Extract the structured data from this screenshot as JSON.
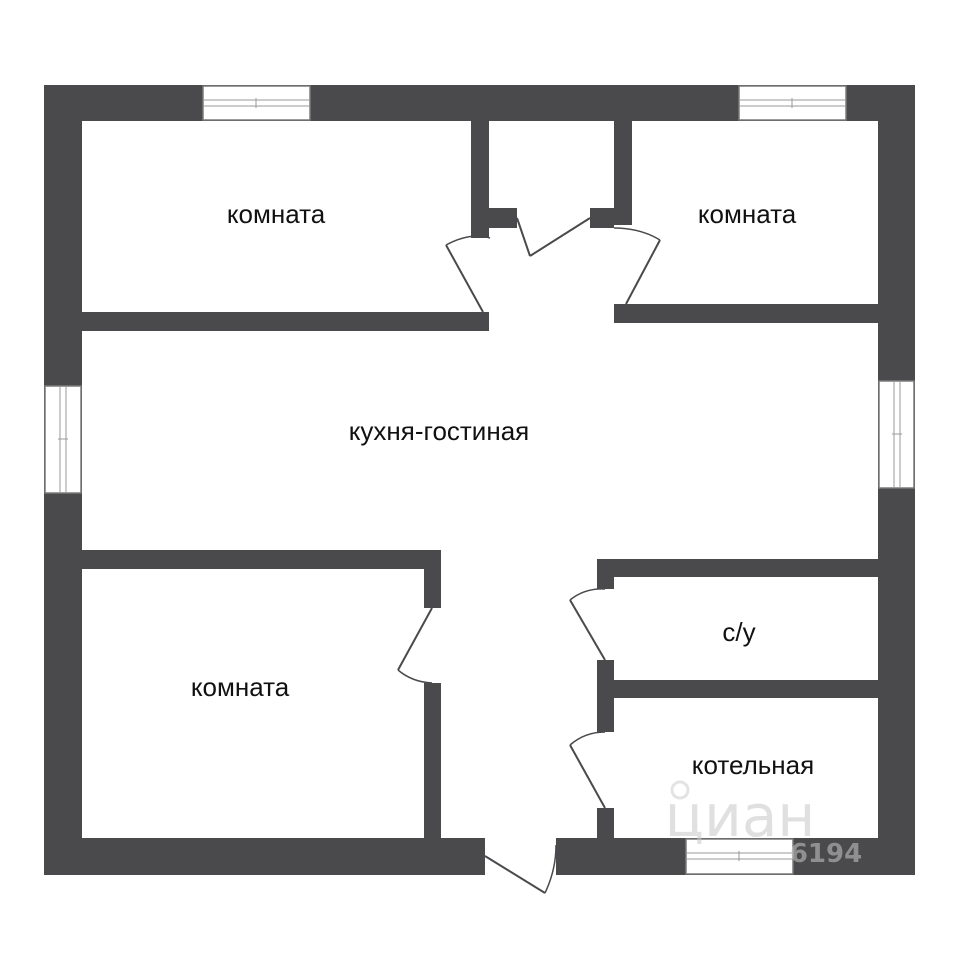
{
  "rooms": {
    "top_left": "комната",
    "top_right": "комната",
    "living_kitchen": "кухня-гостиная",
    "bottom_left": "комната",
    "bathroom": "с/у",
    "boiler_room": "котельная"
  },
  "watermark": {
    "brand": "циан",
    "number": "6194"
  },
  "colors": {
    "wall": "#4a4a4c",
    "background": "#ffffff"
  }
}
